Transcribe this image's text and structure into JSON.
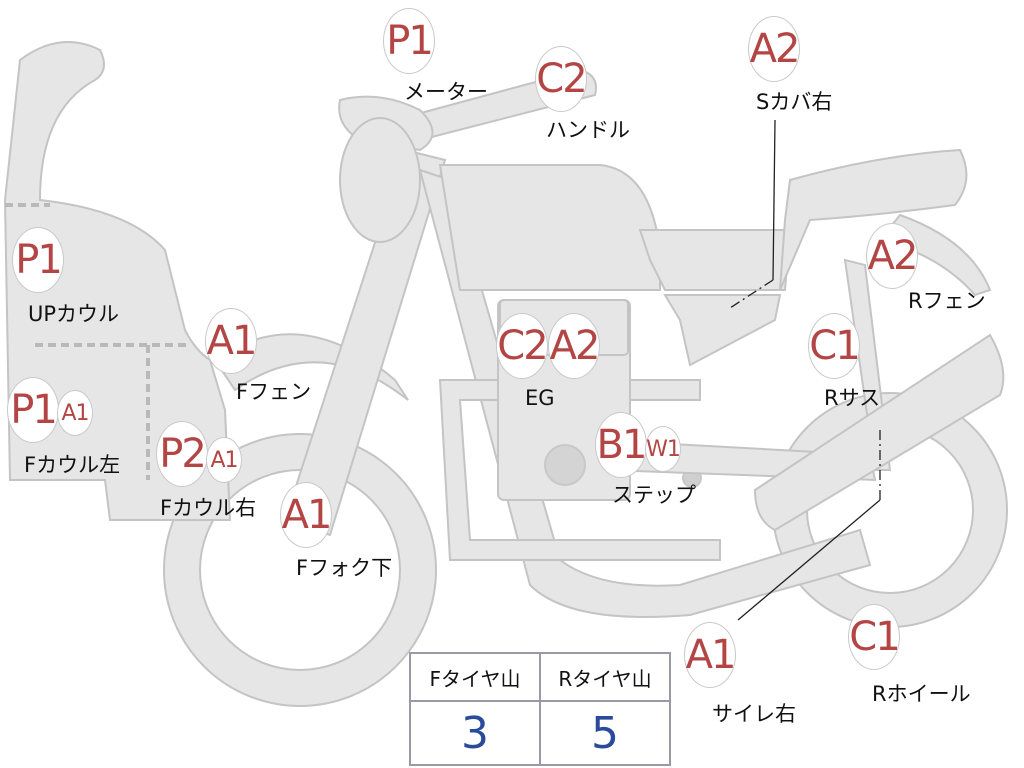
{
  "parts": [
    {
      "id": "meter",
      "label": "メーター",
      "grade": "P1"
    },
    {
      "id": "handle",
      "label": "ハンドル",
      "grade": "C2"
    },
    {
      "id": "s-cover-right",
      "label": "Sカバ右",
      "grade": "A2"
    },
    {
      "id": "up-cowl",
      "label": "UPカウル",
      "grade": "P1"
    },
    {
      "id": "r-fender",
      "label": "Rフェン",
      "grade": "A2"
    },
    {
      "id": "f-fender",
      "label": "Fフェン",
      "grade": "A1"
    },
    {
      "id": "engine",
      "label": "EG",
      "grades": [
        "C2",
        "A2"
      ]
    },
    {
      "id": "r-suspension",
      "label": "Rサス",
      "grade": "C1"
    },
    {
      "id": "f-cowl-left",
      "label": "Fカウル左",
      "grade": "P1",
      "sub_grade": "A1"
    },
    {
      "id": "f-cowl-right",
      "label": "Fカウル右",
      "grade": "P2",
      "sub_grade": "A1"
    },
    {
      "id": "step",
      "label": "ステップ",
      "grade": "B1",
      "sub_grade": "W1"
    },
    {
      "id": "f-fork-lower",
      "label": "Fフォク下",
      "grade": "A1"
    },
    {
      "id": "muffler-right",
      "label": "サイレ右",
      "grade": "A1"
    },
    {
      "id": "r-wheel",
      "label": "Rホイール",
      "grade": "C1"
    }
  ],
  "tyre_table": {
    "front_label": "Fタイヤ山",
    "rear_label": "Rタイヤ山",
    "front_value": "3",
    "rear_value": "5"
  },
  "colors": {
    "body": "#e6e6e6",
    "outline": "#c4c4c4",
    "grade_text": "#b44545",
    "value_text": "#2a4a9a"
  }
}
